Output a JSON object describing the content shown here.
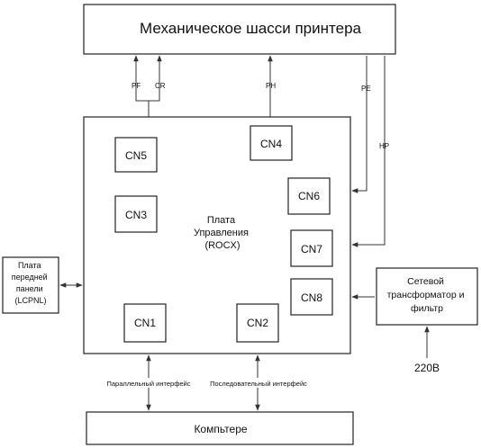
{
  "chassis": "Механическое шасси принтера",
  "board": {
    "line1": "Плата",
    "line2": "Управления",
    "line3": "(ROCX)"
  },
  "connectors": {
    "cn1": "CN1",
    "cn2": "CN2",
    "cn3": "CN3",
    "cn4": "CN4",
    "cn5": "CN5",
    "cn6": "CN6",
    "cn7": "CN7",
    "cn8": "CN8"
  },
  "front_panel": {
    "line1": "Плата",
    "line2": "передней",
    "line3": "панели",
    "line4": "(LCPNL)"
  },
  "power": {
    "line1": "Сетевой",
    "line2": "трансформатор и",
    "line3": "фильтр"
  },
  "power_input": "220В",
  "computer": "Компьтере",
  "signals": {
    "pf": "PF",
    "cr": "CR",
    "ph": "PH",
    "pe": "PE",
    "hp": "HP"
  },
  "interfaces": {
    "parallel": "Параллельный интерфейс",
    "serial": "Последовательный интерфейс"
  }
}
